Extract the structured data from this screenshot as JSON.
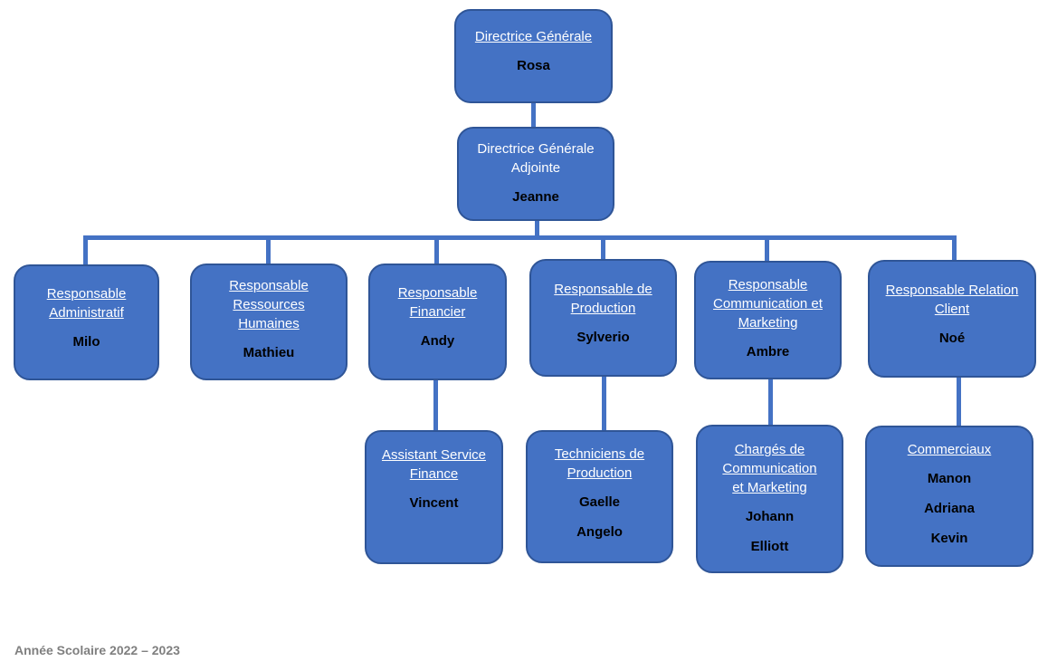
{
  "chart": {
    "ceo": {
      "title": "Directrice Générale",
      "names": [
        "Rosa"
      ]
    },
    "deputy": {
      "title": "Directrice Générale\nAdjointe",
      "names": [
        "Jeanne"
      ]
    },
    "managers": [
      {
        "title": "Responsable\nAdministratif",
        "names": [
          "Milo"
        ]
      },
      {
        "title": "Responsable\nRessources\nHumaines",
        "names": [
          "Mathieu"
        ]
      },
      {
        "title": "Responsable\nFinancier",
        "names": [
          "Andy"
        ]
      },
      {
        "title": "Responsable de\nProduction",
        "names": [
          "Sylverio"
        ]
      },
      {
        "title": "Responsable\nCommunication et\nMarketing",
        "names": [
          "Ambre"
        ]
      },
      {
        "title": "Responsable Relation\nClient",
        "names": [
          "Noé"
        ]
      }
    ],
    "teams": [
      {
        "title": "Assistant Service\nFinance",
        "names": [
          "Vincent"
        ]
      },
      {
        "title": "Techniciens de\nProduction",
        "names": [
          "Gaelle",
          "Angelo"
        ]
      },
      {
        "title": "Chargés de\nCommunication\net Marketing",
        "names": [
          "Johann",
          "Elliott"
        ]
      },
      {
        "title": "Commerciaux",
        "names": [
          "Manon",
          "Adriana",
          "Kevin"
        ]
      }
    ]
  },
  "footer": "Année Scolaire 2022 – 2023"
}
